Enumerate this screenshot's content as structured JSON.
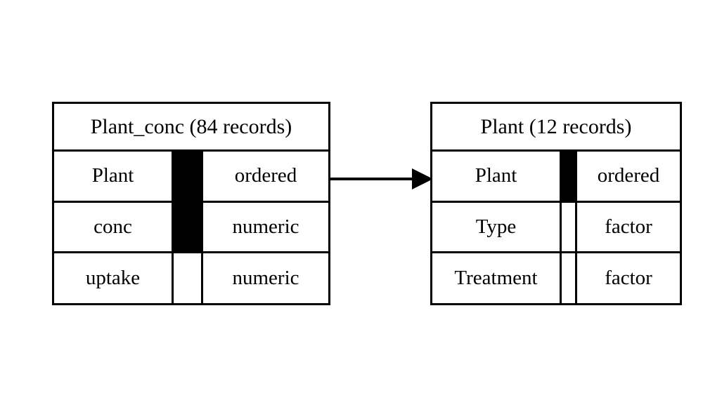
{
  "diagram": {
    "title_left": "Plant_conc (84 records)",
    "title_right": "Plant (12 records)",
    "background_color": "#ffffff",
    "line_color": "#000000",
    "key_marker_color": "#000000"
  },
  "entities": [
    {
      "id": "plant_conc",
      "title": "Plant_conc (84 records)",
      "record_count": 84,
      "fields": [
        {
          "name": "Plant",
          "type": "ordered",
          "key": true
        },
        {
          "name": "conc",
          "type": "numeric",
          "key": true
        },
        {
          "name": "uptake",
          "type": "numeric",
          "key": false
        }
      ]
    },
    {
      "id": "plant",
      "title": "Plant (12 records)",
      "record_count": 12,
      "fields": [
        {
          "name": "Plant",
          "type": "ordered",
          "key": true
        },
        {
          "name": "Type",
          "type": "factor",
          "key": false
        },
        {
          "name": "Treatment",
          "type": "factor",
          "key": false
        }
      ]
    }
  ],
  "relationships": [
    {
      "from_entity": "plant_conc",
      "from_field": "Plant",
      "to_entity": "plant",
      "to_field": "Plant",
      "direction": "right"
    }
  ]
}
